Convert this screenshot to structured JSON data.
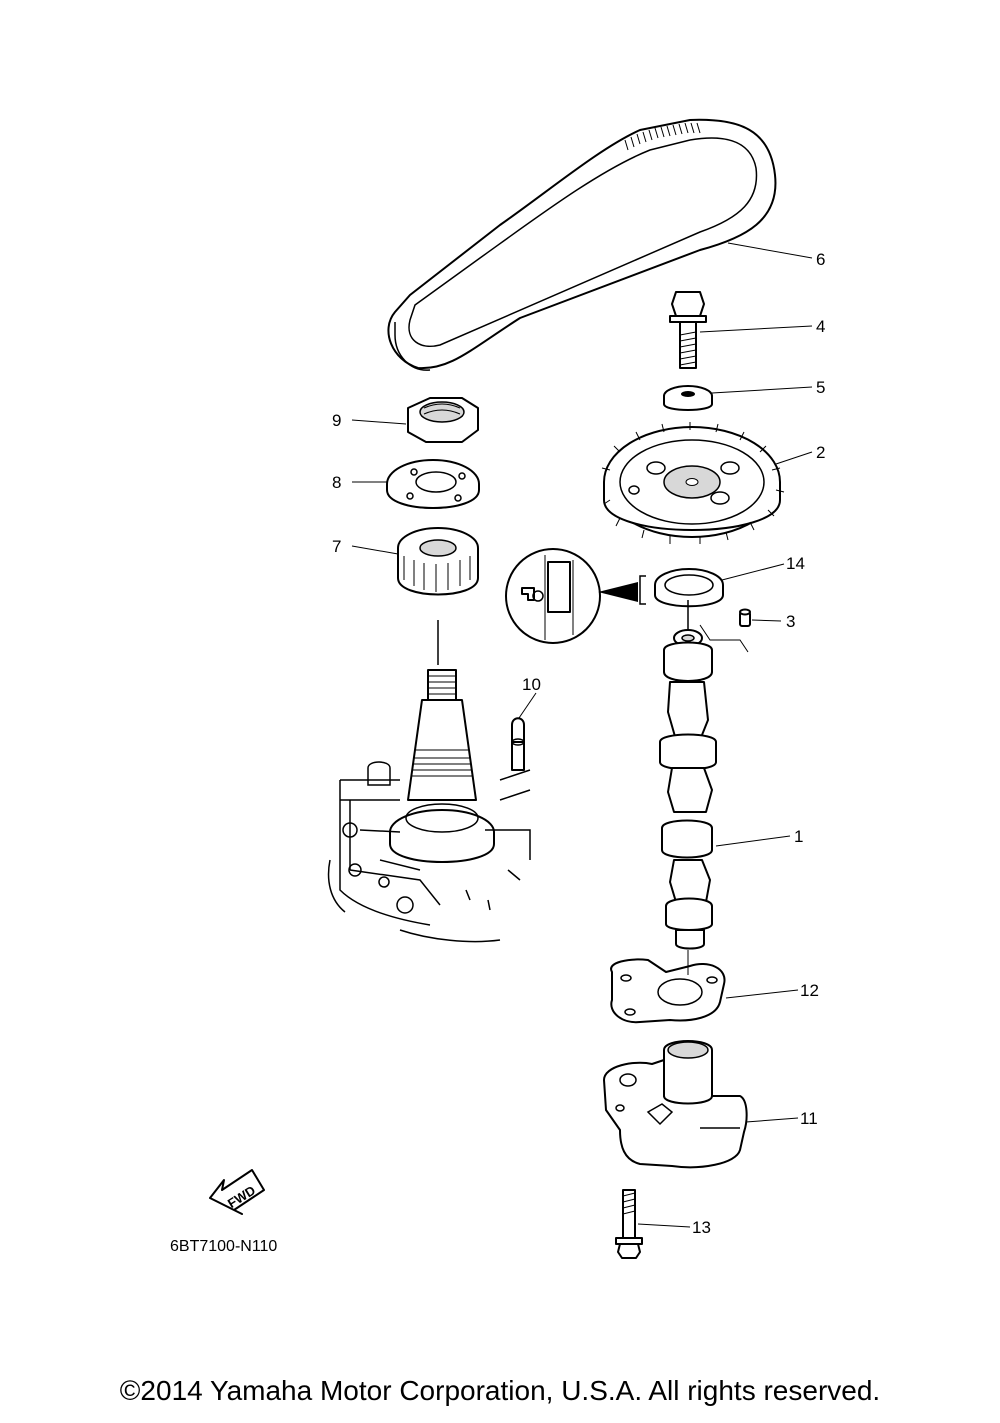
{
  "diagram": {
    "part_code": "6BT7100-N110",
    "fwd_label": "FWD",
    "callouts": [
      {
        "id": "6",
        "label": "6"
      },
      {
        "id": "4",
        "label": "4"
      },
      {
        "id": "5",
        "label": "5"
      },
      {
        "id": "2",
        "label": "2"
      },
      {
        "id": "14",
        "label": "14"
      },
      {
        "id": "3",
        "label": "3"
      },
      {
        "id": "9",
        "label": "9"
      },
      {
        "id": "8",
        "label": "8"
      },
      {
        "id": "7",
        "label": "7"
      },
      {
        "id": "10",
        "label": "10"
      },
      {
        "id": "1",
        "label": "1"
      },
      {
        "id": "12",
        "label": "12"
      },
      {
        "id": "11",
        "label": "11"
      },
      {
        "id": "13",
        "label": "13"
      }
    ]
  },
  "footer": {
    "copyright": "©2014 Yamaha Motor Corporation, U.S.A. All rights reserved."
  }
}
